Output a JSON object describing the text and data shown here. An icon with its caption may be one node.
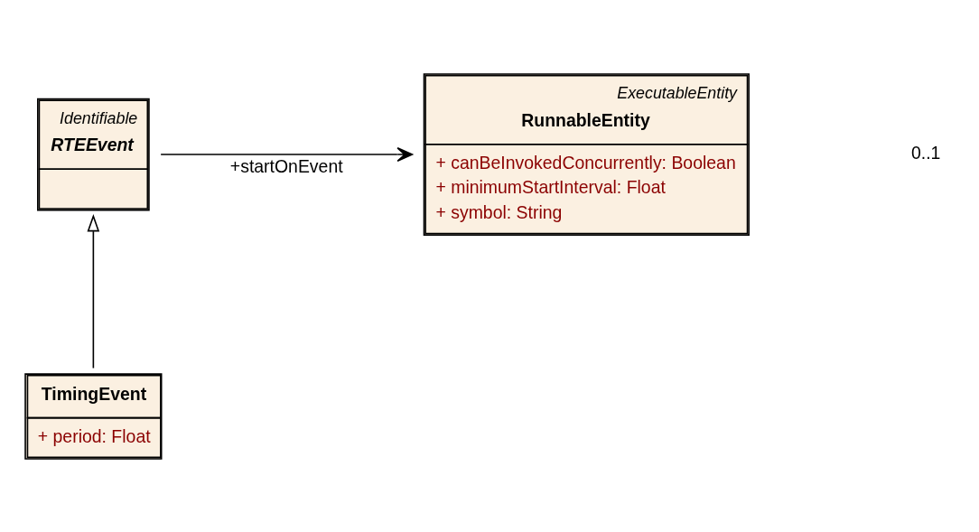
{
  "diagram": {
    "nodes": [
      {
        "text": [
          "Identifiable",
          "RTEEvent"
        ]
      },
      {
        "text": [
          "ExecutableEntity",
          "RunnableEntity",
          "+ canBeInvokedConcurrently: Boolean",
          "+ minimumStartInterval: Float",
          "+ symbol: String"
        ]
      },
      {
        "text": [
          "TimingEvent",
          "+ period: Float"
        ]
      }
    ],
    "edges": [
      {
        "from": 0,
        "to": 1,
        "arrow": "to",
        "label": "+startOnEvent"
      },
      {
        "from": 2,
        "to": 0,
        "arrow": "to"
      }
    ],
    "labels": [
      "0..1"
    ]
  }
}
